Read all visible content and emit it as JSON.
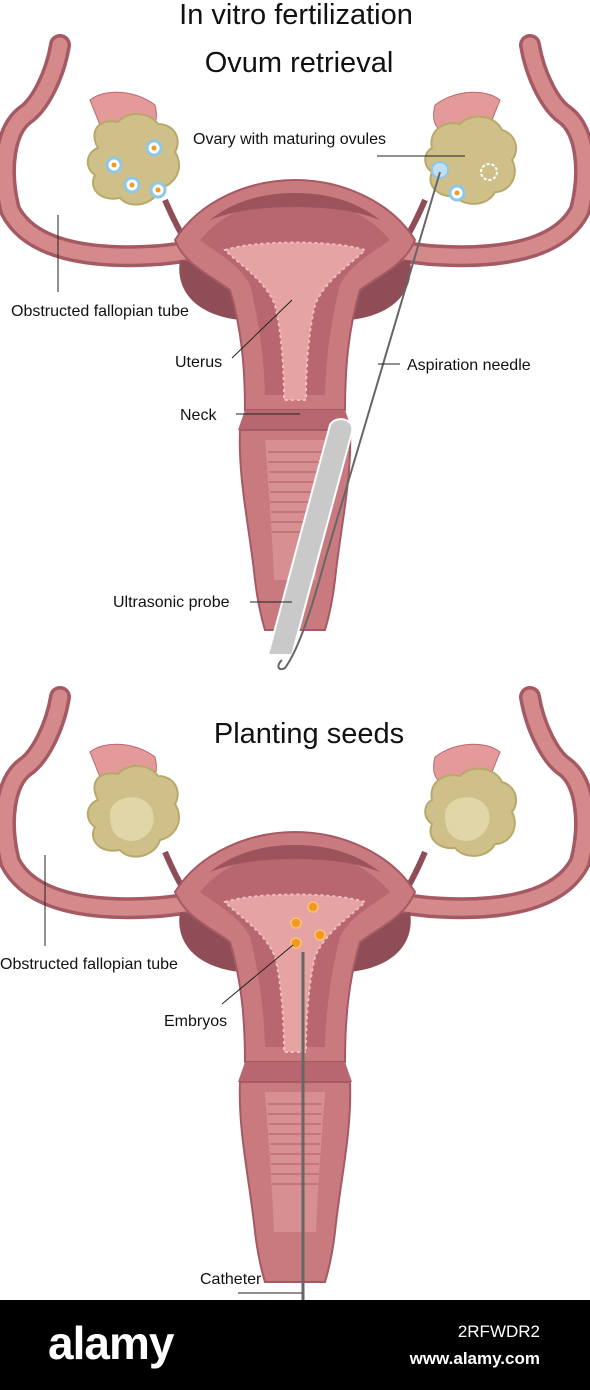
{
  "colors": {
    "tissue": "#d48a8a",
    "tissue_dark": "#a55a63",
    "tissue_deep": "#8f4e57",
    "cavity": "#e6a3a3",
    "ovary": "#cfc08a",
    "ovary_light": "#e0d6a8",
    "follicle_ring": "#8ec8e6",
    "oocyte": "#f39a1e",
    "probe": "#c9c9c9",
    "needle": "#666666"
  },
  "top": {
    "title_line1": "In vitro fertilization",
    "title_line2": "Ovum retrieval",
    "labels": {
      "ovary": "Ovary with maturing ovules",
      "tube": "Obstructed fallopian tube",
      "uterus": "Uterus",
      "aspiration": "Aspiration needle",
      "neck": "Neck",
      "probe": "Ultrasonic probe"
    }
  },
  "bottom": {
    "title": "Planting seeds",
    "labels": {
      "tube": "Obstructed fallopian tube",
      "embryos": "Embryos",
      "catheter": "Catheter"
    }
  },
  "footer": {
    "logo": "alamy",
    "image_code": "2RFWDR2",
    "url": "www.alamy.com"
  }
}
